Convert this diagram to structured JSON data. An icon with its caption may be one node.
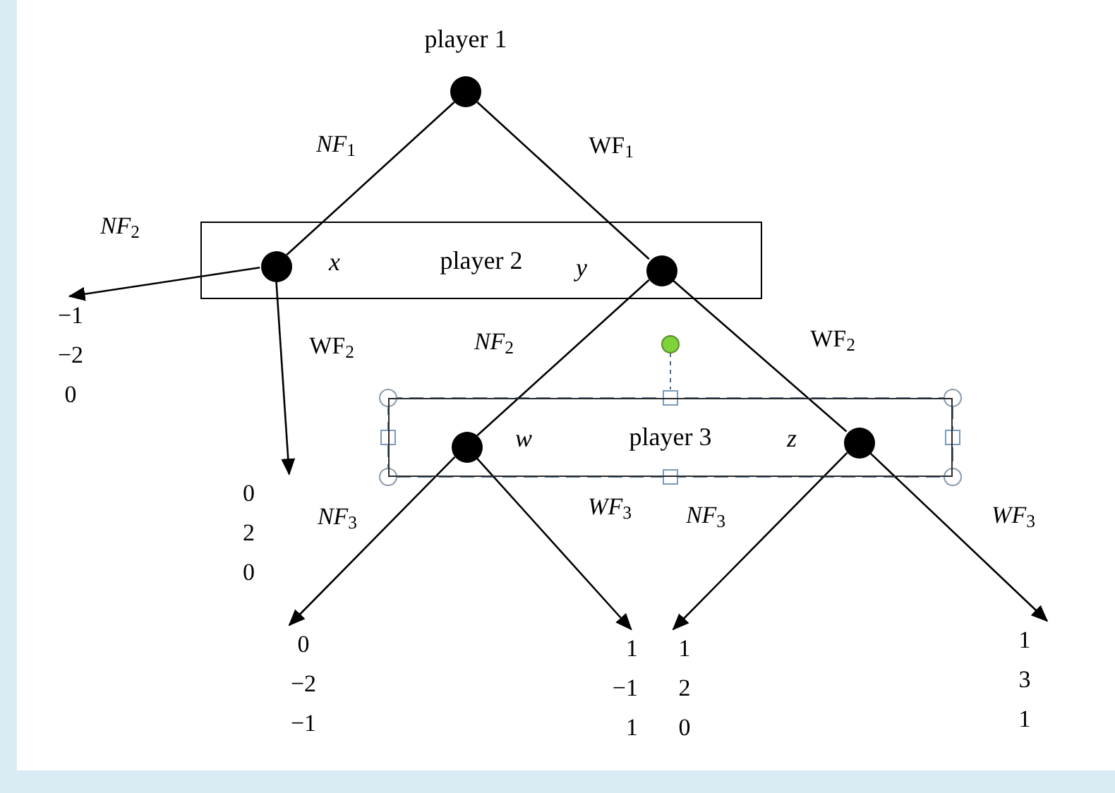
{
  "diagram": {
    "nodes": [
      {
        "text": [],
        "shape": "circle",
        "beside": [
          "player 1"
        ]
      },
      {
        "text": [
          "player 2"
        ]
      },
      {
        "text": [],
        "shape": "circle",
        "in": 1,
        "beside": [
          "*x*"
        ]
      },
      {
        "text": [],
        "shape": "circle",
        "in": 1,
        "beside": [
          "*y*"
        ]
      },
      {
        "text": [
          "player 3"
        ]
      },
      {
        "text": [],
        "shape": "circle",
        "in": 4,
        "beside": [
          "*w*"
        ]
      },
      {
        "text": [],
        "shape": "circle",
        "in": 4,
        "beside": [
          "*z*"
        ]
      },
      {
        "text": [
          "−1 −2 0"
        ]
      },
      {
        "text": [
          "0 2 0"
        ]
      },
      {
        "text": [
          "0 −2 −1"
        ]
      },
      {
        "text": [
          "1 −1 1"
        ]
      },
      {
        "text": [
          "1 2 0"
        ]
      },
      {
        "text": [
          "1 3 1"
        ]
      }
    ],
    "edges": [
      {
        "from": 0,
        "to": 2,
        "arrow": "none",
        "label": "*NF*$_{1}$"
      },
      {
        "from": 0,
        "to": 3,
        "arrow": "none",
        "label": "WF$_{1}$"
      },
      {
        "from": 2,
        "to": 7,
        "arrow": "to",
        "label": "*NF*$_{2}$"
      },
      {
        "from": 2,
        "to": 8,
        "arrow": "to",
        "label": "WF$_{2}$"
      },
      {
        "from": 3,
        "to": 5,
        "arrow": "none",
        "label": "*NF*$_{2}$"
      },
      {
        "from": 3,
        "to": 6,
        "arrow": "none",
        "label": "WF$_{2}$"
      },
      {
        "from": 5,
        "to": 9,
        "arrow": "to",
        "label": "*NF*$_{3}$"
      },
      {
        "from": 5,
        "to": 10,
        "arrow": "to",
        "label": "*WF*$_{3}$"
      },
      {
        "from": 6,
        "to": 11,
        "arrow": "to",
        "label": "*NF*$_{3}$"
      },
      {
        "from": 6,
        "to": 12,
        "arrow": "to",
        "label": "*WF*$_{3}$"
      }
    ]
  }
}
